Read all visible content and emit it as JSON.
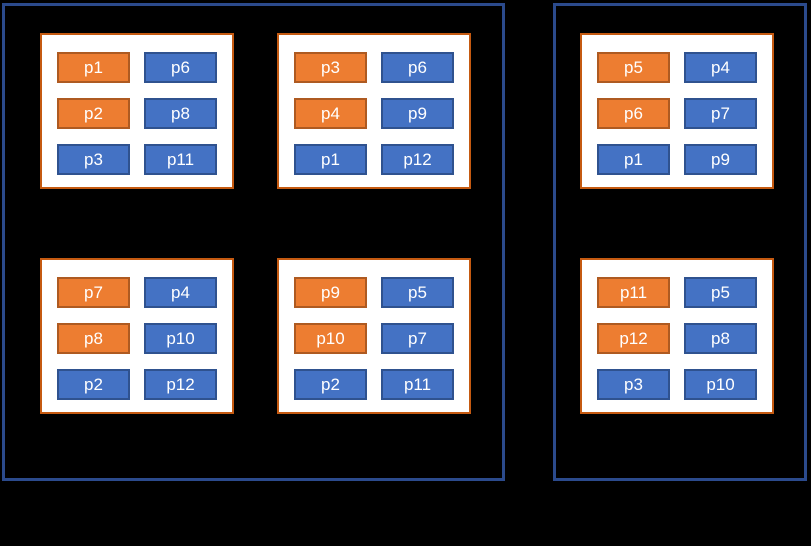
{
  "colors": {
    "background": "#000000",
    "zone_border": "#2B4A8C",
    "node_background": "#FFFFFF",
    "node_border": "#C55A11",
    "orange_fill": "#ED7D31",
    "orange_border": "#AE5A21",
    "blue_fill": "#4472C4",
    "blue_border": "#2F528F",
    "tile_text": "#FFFFFF"
  },
  "zones": [
    {
      "name": "left-group",
      "nodes": [
        {
          "name": "node-top-left",
          "columns": [
            [
              {
                "label": "p1",
                "variant": "orange"
              },
              {
                "label": "p2",
                "variant": "orange"
              },
              {
                "label": "p3",
                "variant": "blue"
              }
            ],
            [
              {
                "label": "p6",
                "variant": "blue"
              },
              {
                "label": "p8",
                "variant": "blue"
              },
              {
                "label": "p11",
                "variant": "blue"
              }
            ]
          ]
        },
        {
          "name": "node-top-right",
          "columns": [
            [
              {
                "label": "p3",
                "variant": "orange"
              },
              {
                "label": "p4",
                "variant": "orange"
              },
              {
                "label": "p1",
                "variant": "blue"
              }
            ],
            [
              {
                "label": "p6",
                "variant": "blue"
              },
              {
                "label": "p9",
                "variant": "blue"
              },
              {
                "label": "p12",
                "variant": "blue"
              }
            ]
          ]
        },
        {
          "name": "node-bottom-left",
          "columns": [
            [
              {
                "label": "p7",
                "variant": "orange"
              },
              {
                "label": "p8",
                "variant": "orange"
              },
              {
                "label": "p2",
                "variant": "blue"
              }
            ],
            [
              {
                "label": "p4",
                "variant": "blue"
              },
              {
                "label": "p10",
                "variant": "blue"
              },
              {
                "label": "p12",
                "variant": "blue"
              }
            ]
          ]
        },
        {
          "name": "node-bottom-right",
          "columns": [
            [
              {
                "label": "p9",
                "variant": "orange"
              },
              {
                "label": "p10",
                "variant": "orange"
              },
              {
                "label": "p2",
                "variant": "blue"
              }
            ],
            [
              {
                "label": "p5",
                "variant": "blue"
              },
              {
                "label": "p7",
                "variant": "blue"
              },
              {
                "label": "p11",
                "variant": "blue"
              }
            ]
          ]
        }
      ]
    },
    {
      "name": "right-group",
      "nodes": [
        {
          "name": "node-top",
          "columns": [
            [
              {
                "label": "p5",
                "variant": "orange"
              },
              {
                "label": "p6",
                "variant": "orange"
              },
              {
                "label": "p1",
                "variant": "blue"
              }
            ],
            [
              {
                "label": "p4",
                "variant": "blue"
              },
              {
                "label": "p7",
                "variant": "blue"
              },
              {
                "label": "p9",
                "variant": "blue"
              }
            ]
          ]
        },
        {
          "name": "node-bottom",
          "columns": [
            [
              {
                "label": "p11",
                "variant": "orange"
              },
              {
                "label": "p12",
                "variant": "orange"
              },
              {
                "label": "p3",
                "variant": "blue"
              }
            ],
            [
              {
                "label": "p5",
                "variant": "blue"
              },
              {
                "label": "p8",
                "variant": "blue"
              },
              {
                "label": "p10",
                "variant": "blue"
              }
            ]
          ]
        }
      ]
    }
  ]
}
